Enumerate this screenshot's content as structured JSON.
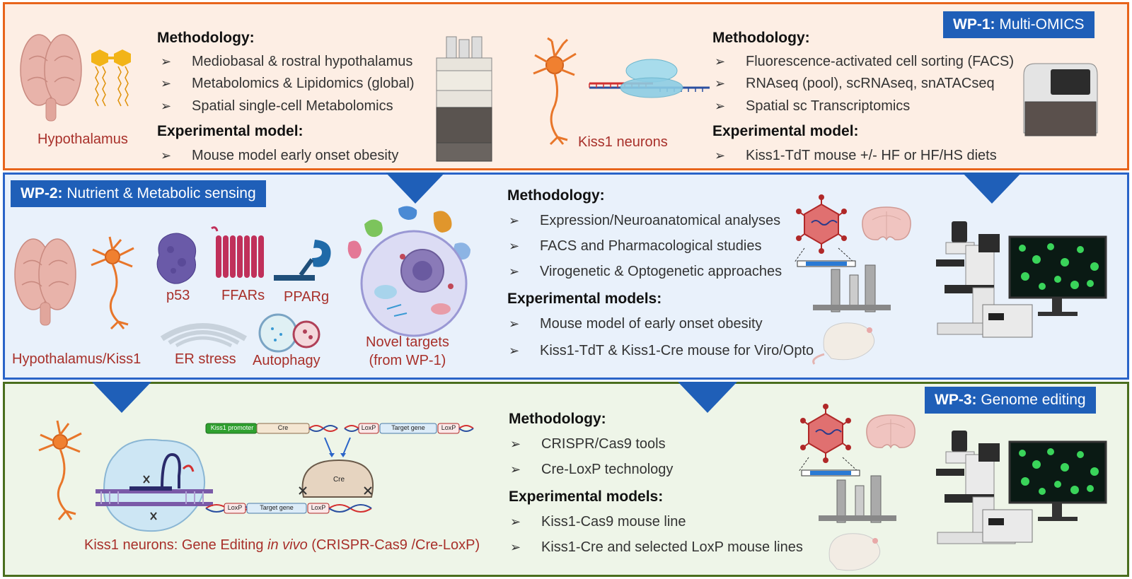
{
  "wp1": {
    "badge_bold": "WP-1:",
    "badge_text": " Multi-OMICS",
    "left": {
      "label": "Hypothalamus",
      "methodology_title": "Methodology:",
      "methods": [
        "Mediobasal & rostral hypothalamus",
        "Metabolomics & Lipidomics (global)",
        "Spatial single-cell Metabolomics"
      ],
      "model_title": "Experimental model:",
      "models": [
        "Mouse model early onset obesity"
      ]
    },
    "right": {
      "label": "Kiss1 neurons",
      "methodology_title": "Methodology:",
      "methods": [
        "Fluorescence-activated cell sorting (FACS)",
        "RNAseq (pool), scRNAseq, snATACseq",
        "Spatial sc Transcriptomics"
      ],
      "model_title": "Experimental model:",
      "models": [
        "Kiss1-TdT mouse  +/- HF or HF/HS diets"
      ]
    }
  },
  "wp2": {
    "badge_bold": "WP-2:",
    "badge_text": " Nutrient & Metabolic sensing",
    "labels": {
      "hypothalamus": "Hypothalamus/Kiss1",
      "p53": "p53",
      "ffars": "FFARs",
      "pparg": "PPARg",
      "er_stress": "ER stress",
      "autophagy": "Autophagy",
      "novel_targets_1": "Novel targets",
      "novel_targets_2": "(from WP-1)"
    },
    "methodology_title": "Methodology:",
    "methods": [
      "Expression/Neuroanatomical analyses",
      "FACS and Pharmacological studies",
      "Virogenetic & Optogenetic approaches"
    ],
    "model_title": "Experimental models:",
    "models": [
      "Mouse model of early onset obesity",
      "Kiss1-TdT & Kiss1-Cre mouse for  Viro/Opto"
    ]
  },
  "wp3": {
    "badge_bold": "WP-3:",
    "badge_text": " Genome editing",
    "caption_pre": "Kiss1 neurons:  Gene Editing ",
    "caption_em": "in vivo",
    "caption_post": " (CRISPR-Cas9 /Cre-LoxP)",
    "construct": {
      "promoter": "Kiss1 promoter",
      "cre": "Cre",
      "loxp": "LoxP",
      "target_gene": "Target gene",
      "cre_protein": "Cre"
    },
    "methodology_title": "Methodology:",
    "methods": [
      "CRISPR/Cas9 tools",
      "Cre-LoxP technology"
    ],
    "model_title": "Experimental models:",
    "models": [
      "Kiss1-Cas9 mouse line",
      "Kiss1-Cre and selected LoxP mouse lines"
    ]
  },
  "colors": {
    "wp1_border": "#e8641b",
    "wp2_border": "#2a64c8",
    "wp3_border": "#4a6e1e",
    "badge": "#1f5fb8",
    "label_red": "#a8302a"
  }
}
